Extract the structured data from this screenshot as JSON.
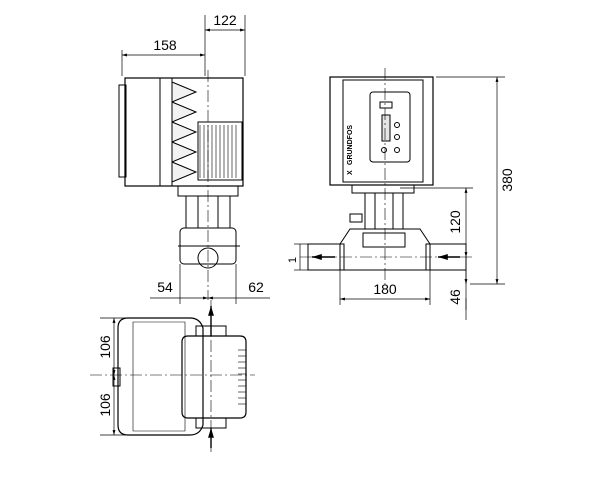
{
  "dimensions": {
    "motor_offset": "122",
    "motor_depth": "158",
    "port_left": "54",
    "port_right": "62",
    "total_height": "380",
    "center_height": "120",
    "port_size": "1",
    "port_to_port": "180",
    "base_height": "46",
    "half_width_top": "106",
    "half_width_bottom": "106"
  },
  "brand": {
    "logo_text": "GRUNDFOS",
    "logo_mark": "X"
  }
}
